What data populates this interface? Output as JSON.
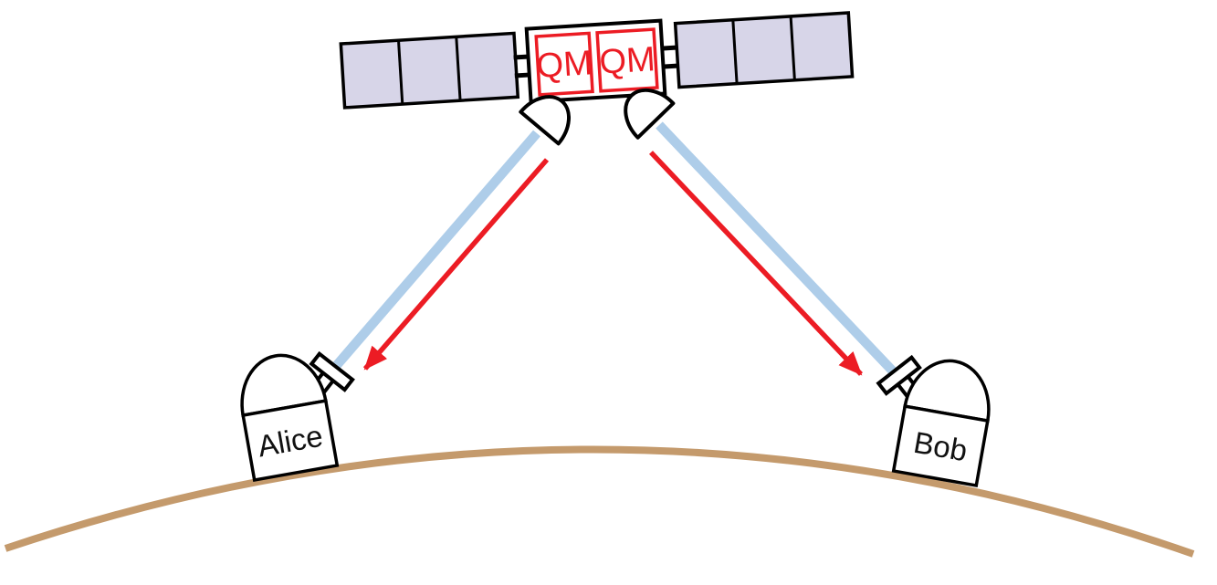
{
  "diagram": {
    "kind": "satellite-quantum-link",
    "satellite": {
      "qm_modules": [
        {
          "label": "QM"
        },
        {
          "label": "QM"
        }
      ],
      "solar_panel_cells_per_wing": 3
    },
    "ground_stations": {
      "left": {
        "label": "Alice"
      },
      "right": {
        "label": "Bob"
      }
    },
    "colors": {
      "qm_red": "#EC1C24",
      "arrow_red": "#EC1C24",
      "beam_blue": "#AECDE9",
      "earth_brown": "#C49A6C",
      "solar_panel_fill": "#D7D5E8",
      "outline_black": "#000000"
    }
  }
}
